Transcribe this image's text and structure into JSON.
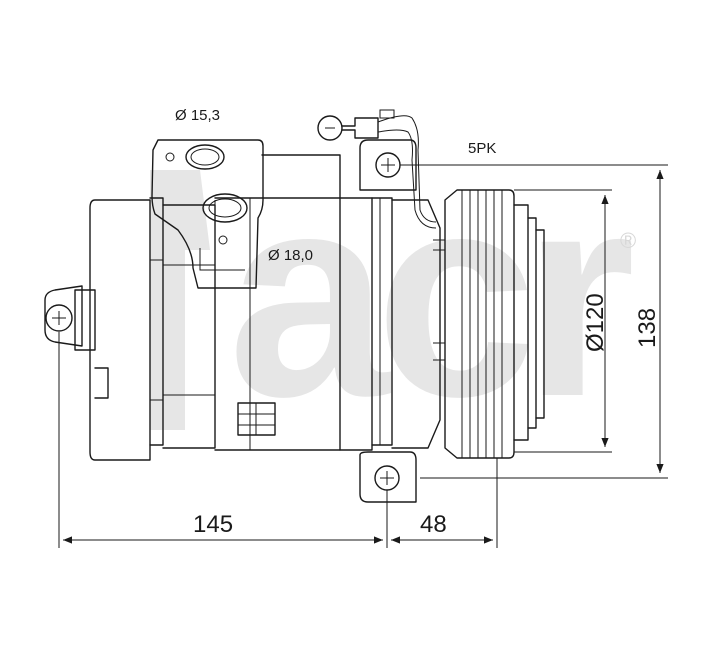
{
  "watermark": {
    "text": "acr",
    "registered_mark": "®",
    "color": "#e6e6e6"
  },
  "labels": {
    "port_suction": "Ø 15,3",
    "port_discharge": "Ø 18,0",
    "belt": "5PK",
    "pulley_diameter": "Ø120",
    "height": "138",
    "body_length": "145",
    "pulley_offset": "48"
  },
  "colors": {
    "line": "#1a1a1a",
    "background": "#ffffff"
  }
}
